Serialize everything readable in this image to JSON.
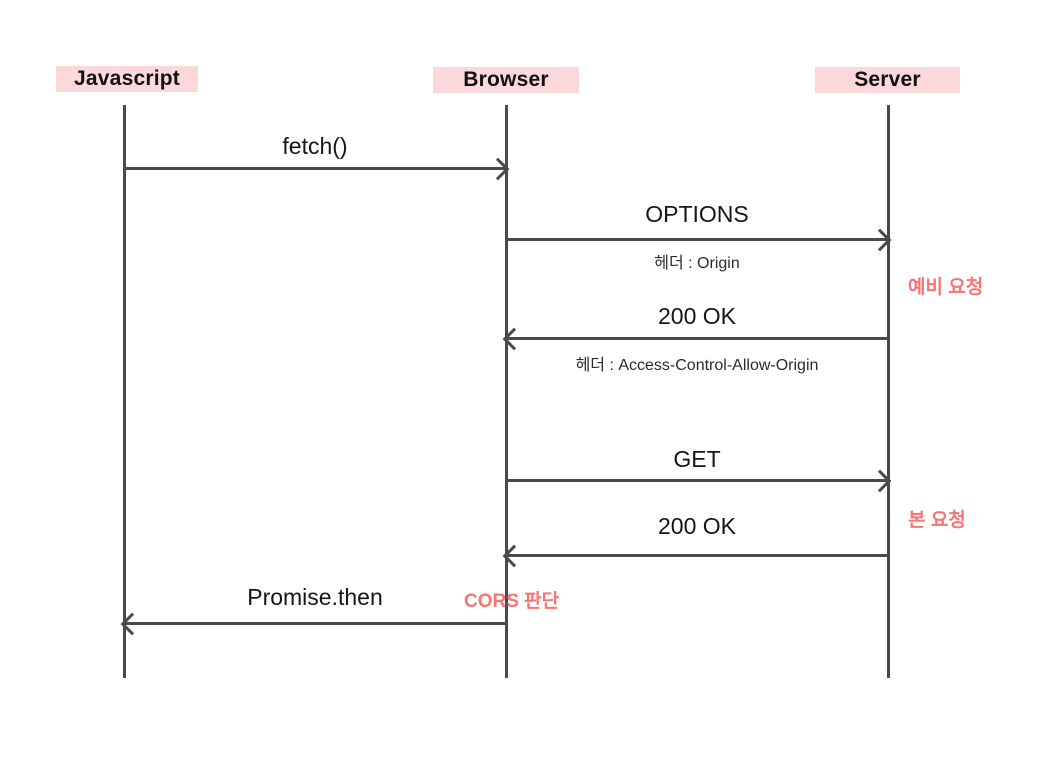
{
  "actors": [
    {
      "name": "Javascript"
    },
    {
      "name": "Browser"
    },
    {
      "name": "Server"
    }
  ],
  "messages": [
    {
      "label": "fetch()",
      "sublabel": "",
      "from": "Javascript",
      "to": "Browser"
    },
    {
      "label": "OPTIONS",
      "sublabel": "헤더 : Origin",
      "from": "Browser",
      "to": "Server"
    },
    {
      "label": "200 OK",
      "sublabel": "헤더 : Access-Control-Allow-Origin",
      "from": "Server",
      "to": "Browser"
    },
    {
      "label": "GET",
      "sublabel": "",
      "from": "Browser",
      "to": "Server"
    },
    {
      "label": "200 OK",
      "sublabel": "",
      "from": "Server",
      "to": "Browser"
    },
    {
      "label": "Promise.then",
      "sublabel": "",
      "from": "Browser",
      "to": "Javascript"
    }
  ],
  "annotations": [
    {
      "label": "예비 요청",
      "refers_to": "OPTIONS / 200 OK preflight exchange"
    },
    {
      "label": "본 요청",
      "refers_to": "GET / 200 OK main exchange"
    },
    {
      "label": "CORS 판단",
      "refers_to": "Browser CORS check before Promise.then"
    }
  ],
  "colors": {
    "actor_highlight_pink": "#fbd9da",
    "annotation_coral": "#f97373",
    "line_gray": "#4a4a4a",
    "text_dark": "#161616",
    "background": "#ffffff"
  }
}
